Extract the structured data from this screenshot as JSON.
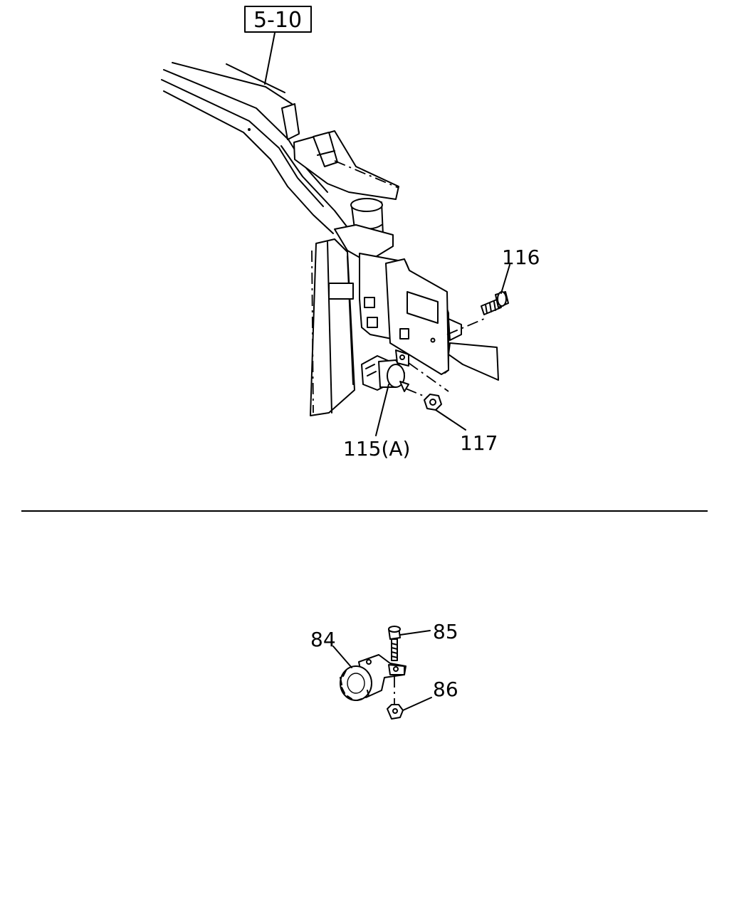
{
  "reference_box": {
    "label": "5-10"
  },
  "callouts": {
    "bolt_116": "116",
    "sensor_115a": "115(A)",
    "nut_117": "117",
    "sensor_84": "84",
    "bolt_85": "85",
    "nut_86": "86"
  },
  "colors": {
    "line": "#000000",
    "background": "#ffffff"
  }
}
